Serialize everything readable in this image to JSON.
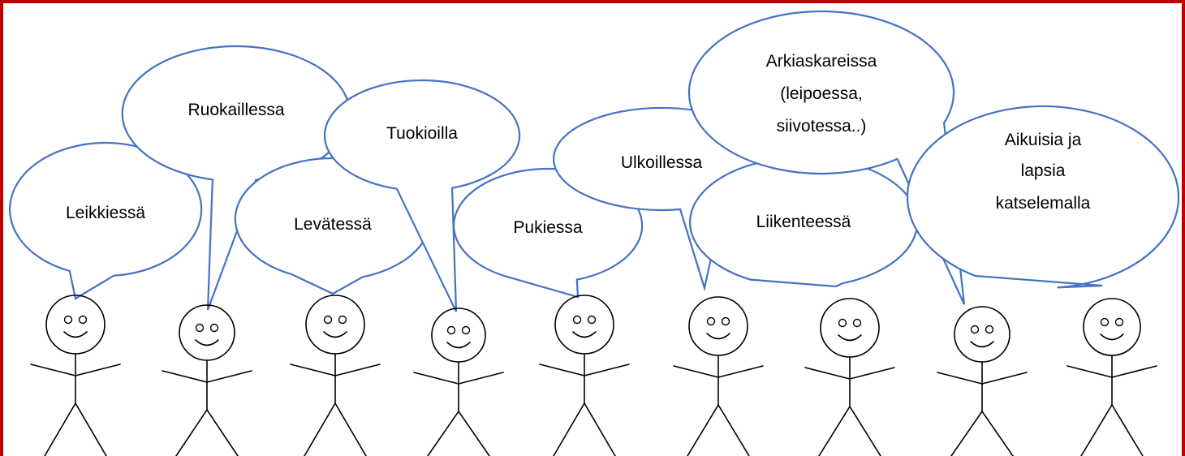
{
  "diagram": {
    "bubbles": [
      {
        "name": "leikkiessa",
        "lines": [
          "Leikkiessä"
        ]
      },
      {
        "name": "ruokaillessa",
        "lines": [
          "Ruokaillessa"
        ]
      },
      {
        "name": "levatessa",
        "lines": [
          "Levätessä"
        ]
      },
      {
        "name": "tuokioilla",
        "lines": [
          "Tuokioilla"
        ]
      },
      {
        "name": "pukiessa",
        "lines": [
          "Pukiessa"
        ]
      },
      {
        "name": "ulkoillessa",
        "lines": [
          "Ulkoillessa"
        ]
      },
      {
        "name": "liikenteessa",
        "lines": [
          "Liikenteessä"
        ]
      },
      {
        "name": "arkiaskareissa",
        "lines": [
          "Arkiaskareissa",
          "(leipoessa,",
          "siivotessa..)"
        ]
      },
      {
        "name": "aikuisia-ja-lapsia",
        "lines": [
          "Aikuisia ja",
          "lapsia",
          "katselemalla"
        ]
      }
    ],
    "colors": {
      "frame": "#c00000",
      "bubble_stroke": "#4472c4",
      "figure_stroke": "#000000"
    },
    "figure_icon": "stick-figure-icon"
  }
}
